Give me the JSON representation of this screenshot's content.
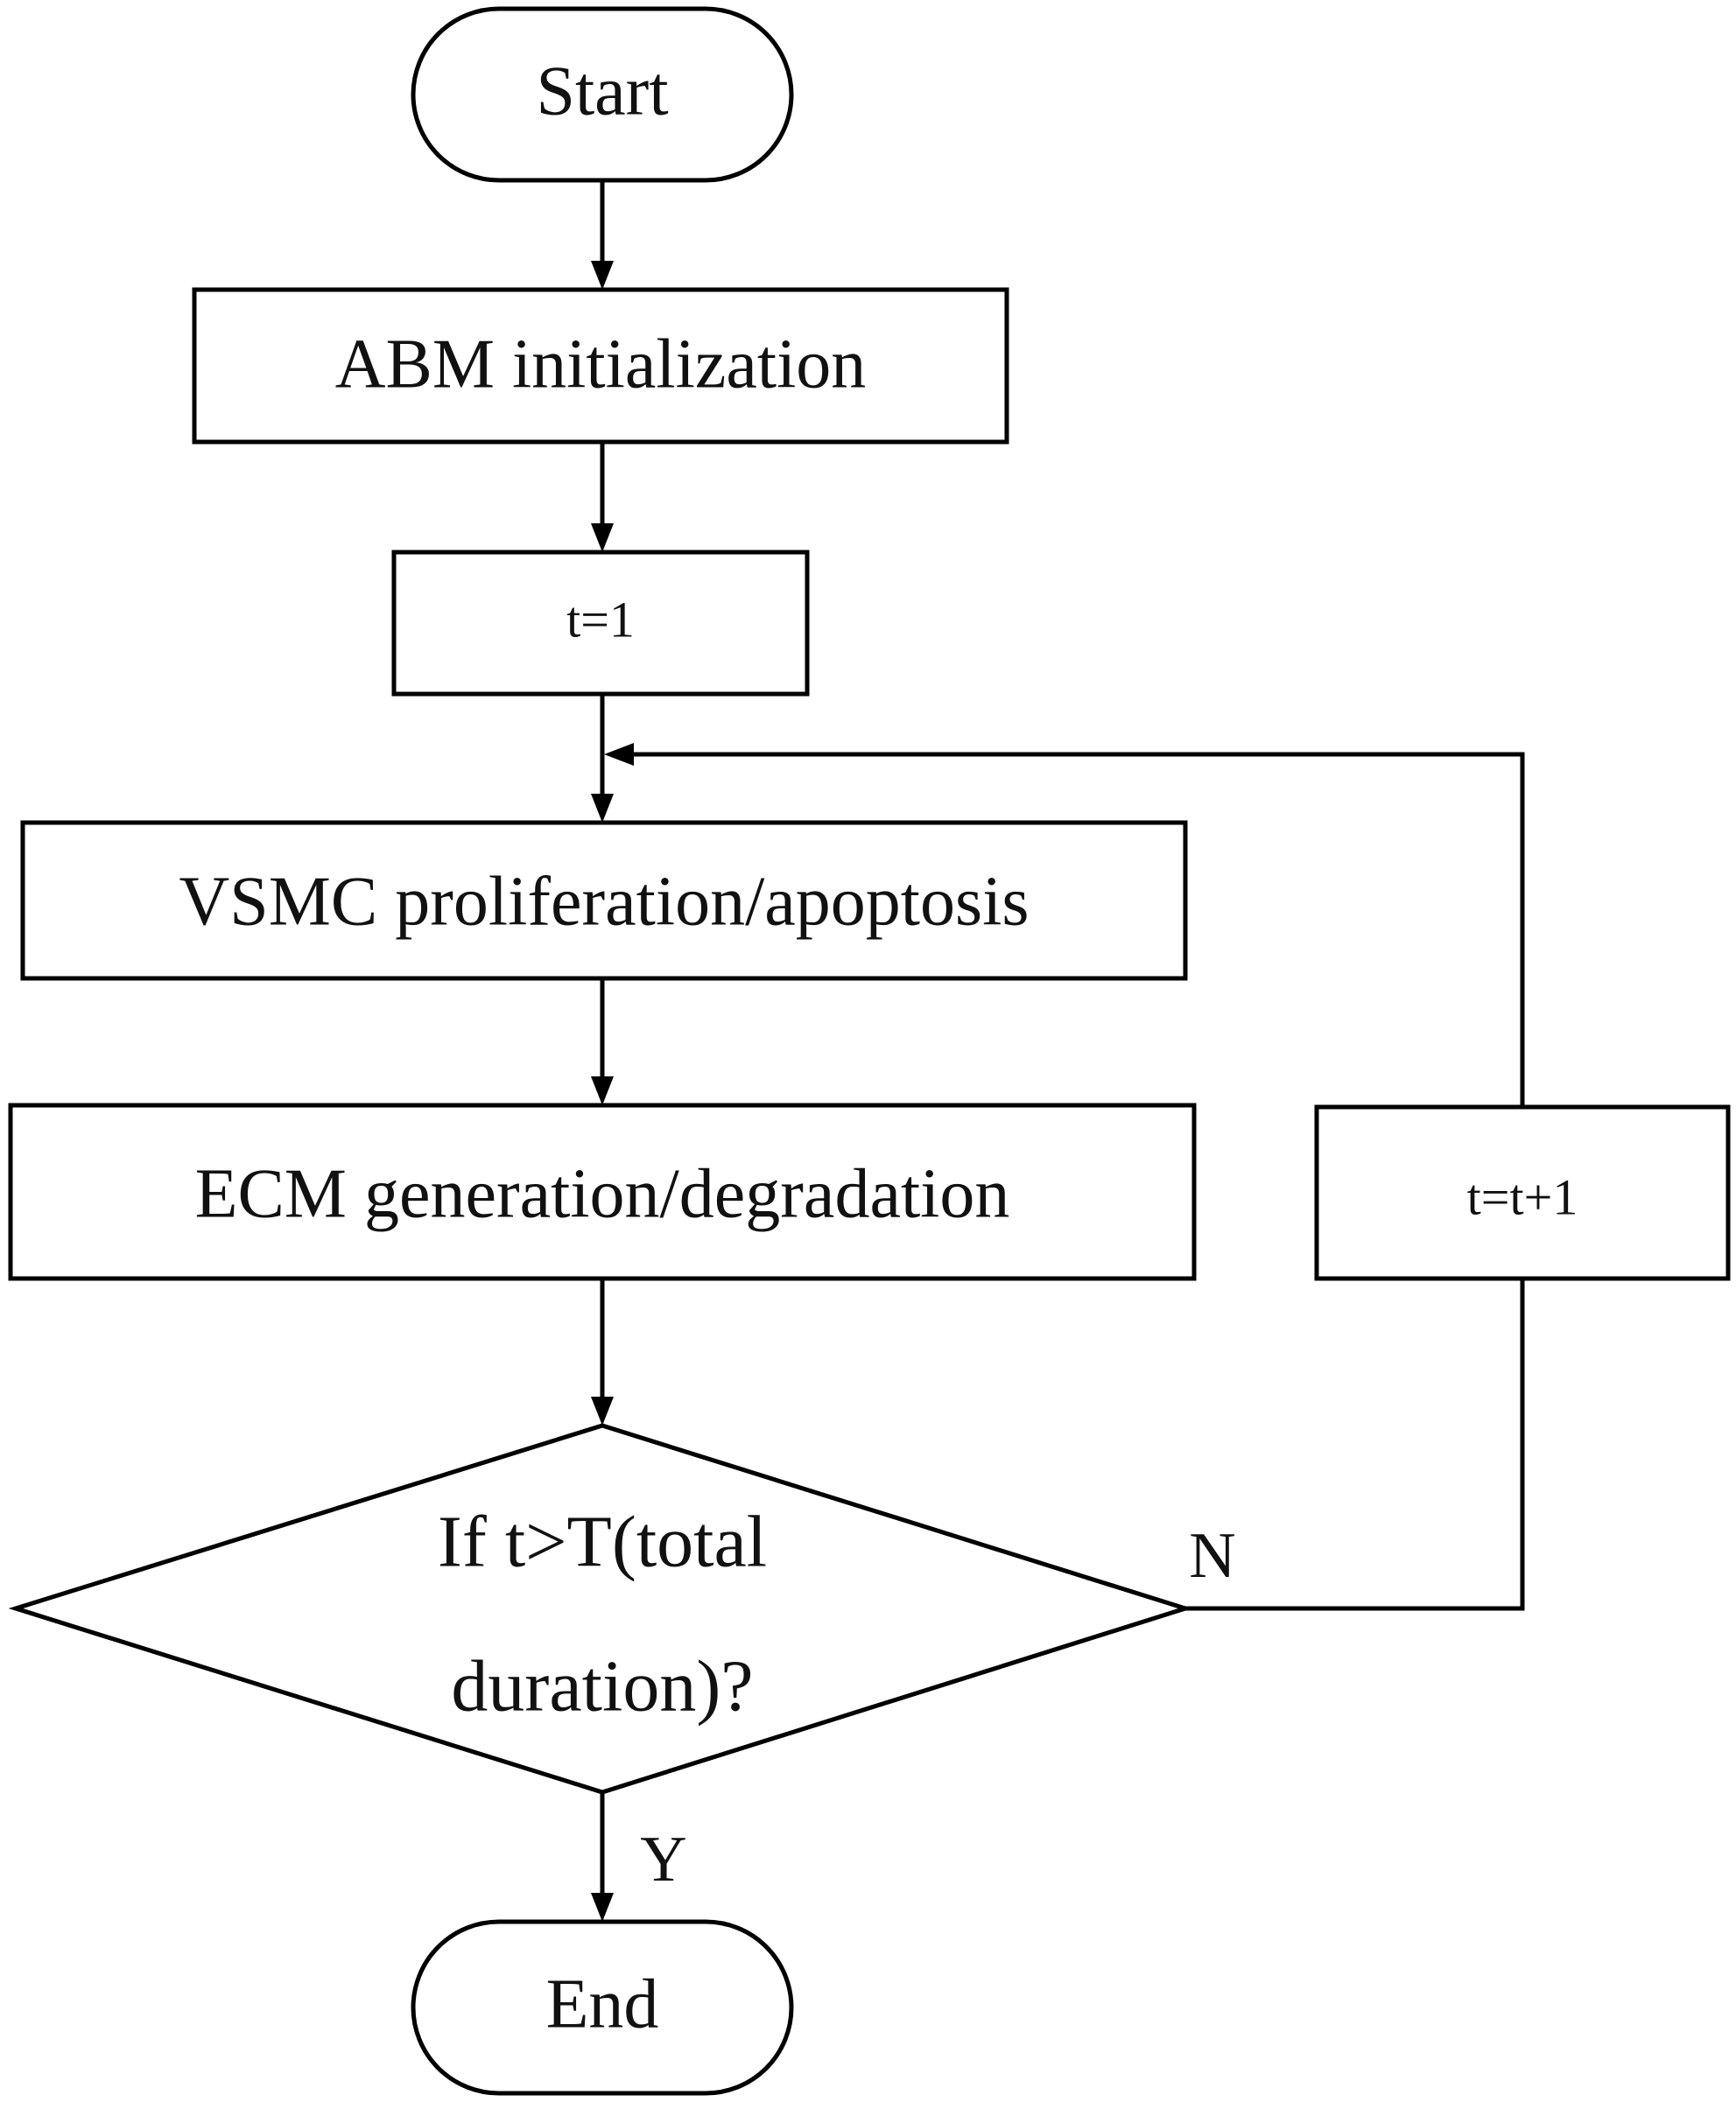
{
  "diagram": {
    "nodes": {
      "start": {
        "label": "Start"
      },
      "init": {
        "label": "ABM initialization"
      },
      "t_init": {
        "label": "t=1"
      },
      "vsmc": {
        "label": "VSMC proliferation/apoptosis"
      },
      "ecm": {
        "label": "ECM generation/degradation"
      },
      "decision": {
        "line1": "If t>T(total",
        "line2": "duration)?"
      },
      "increment": {
        "label": "t=t+1"
      },
      "end": {
        "label": "End"
      }
    },
    "edges": {
      "no_label": "N",
      "yes_label": "Y"
    },
    "colors": {
      "stroke": "#000000",
      "background": "#ffffff"
    }
  }
}
